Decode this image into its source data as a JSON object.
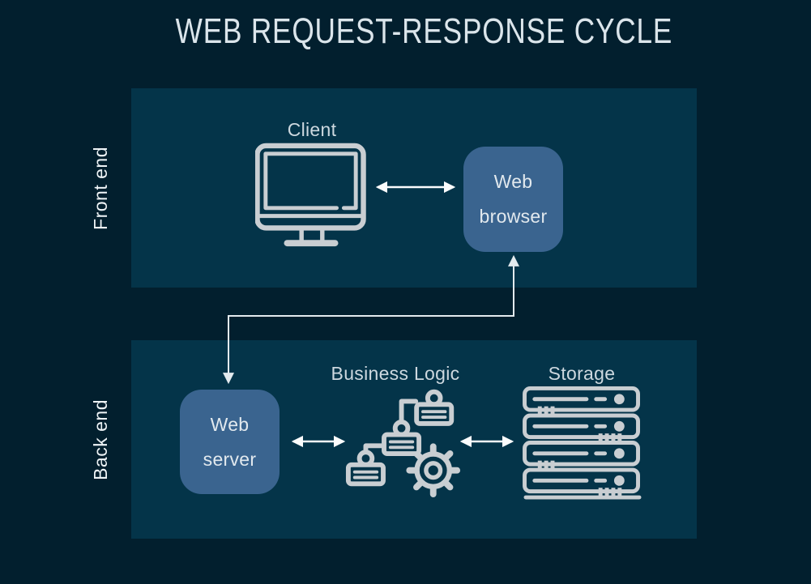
{
  "title": "WEB REQUEST-RESPONSE CYCLE",
  "colors": {
    "background": "#021f2e",
    "panel": "#043449",
    "node_box_fill": "#3a648f",
    "icon_stroke": "#c9ced2",
    "label_text": "#cdd8df",
    "box_text": "#e2e9ee",
    "title_text": "#dbe5eb",
    "arrow": "#fbfcfd",
    "connector": "#e3eaee"
  },
  "diagram": {
    "sections": [
      {
        "id": "front-end",
        "label": "Front end",
        "nodes": [
          {
            "id": "client",
            "label": "Client",
            "icon": "monitor-icon"
          },
          {
            "id": "web-browser",
            "label": "Web browser",
            "type": "box"
          }
        ]
      },
      {
        "id": "back-end",
        "label": "Back end",
        "nodes": [
          {
            "id": "web-server",
            "label": "Web server",
            "type": "box"
          },
          {
            "id": "business-logic",
            "label": "Business Logic",
            "icon": "workflow-gear-icon"
          },
          {
            "id": "storage",
            "label": "Storage",
            "icon": "server-rack-icon"
          }
        ]
      }
    ],
    "connections": [
      {
        "from": "client",
        "to": "web-browser",
        "bidirectional": true
      },
      {
        "from": "web-browser",
        "to": "web-server",
        "bidirectional": true,
        "style": "elbow"
      },
      {
        "from": "web-server",
        "to": "business-logic",
        "bidirectional": true
      },
      {
        "from": "business-logic",
        "to": "storage",
        "bidirectional": true
      }
    ]
  }
}
